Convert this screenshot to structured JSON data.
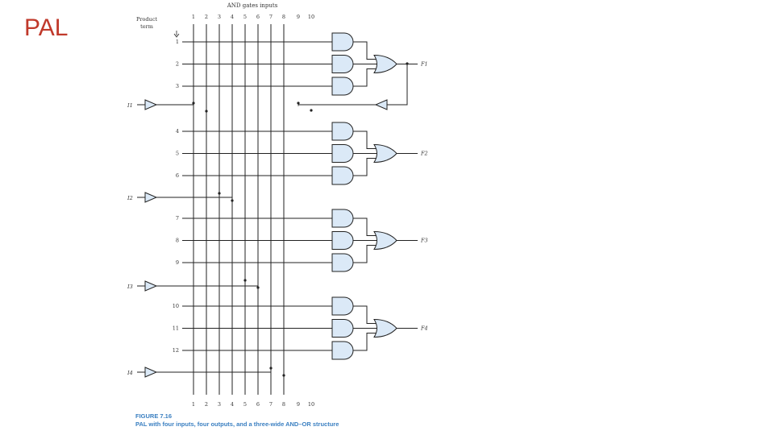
{
  "slide": {
    "title": "PAL"
  },
  "diagram": {
    "header": "AND gates inputs",
    "product_term_label_1": "Product",
    "product_term_label_2": "term",
    "column_numbers": [
      "1",
      "2",
      "3",
      "4",
      "5",
      "6",
      "7",
      "8",
      "9",
      "10"
    ],
    "product_terms": [
      "1",
      "2",
      "3",
      "4",
      "5",
      "6",
      "7",
      "8",
      "9",
      "10",
      "11",
      "12"
    ],
    "inputs": [
      "I1",
      "I2",
      "I3",
      "I4"
    ],
    "outputs": [
      "F1",
      "F2",
      "F3",
      "F4"
    ],
    "gate_fill": "#dbe9f7",
    "line_color": "#222222"
  },
  "caption": {
    "figure_number": "FIGURE 7.16",
    "text": "PAL with four inputs, four outputs, and a three-wide AND–OR structure"
  }
}
